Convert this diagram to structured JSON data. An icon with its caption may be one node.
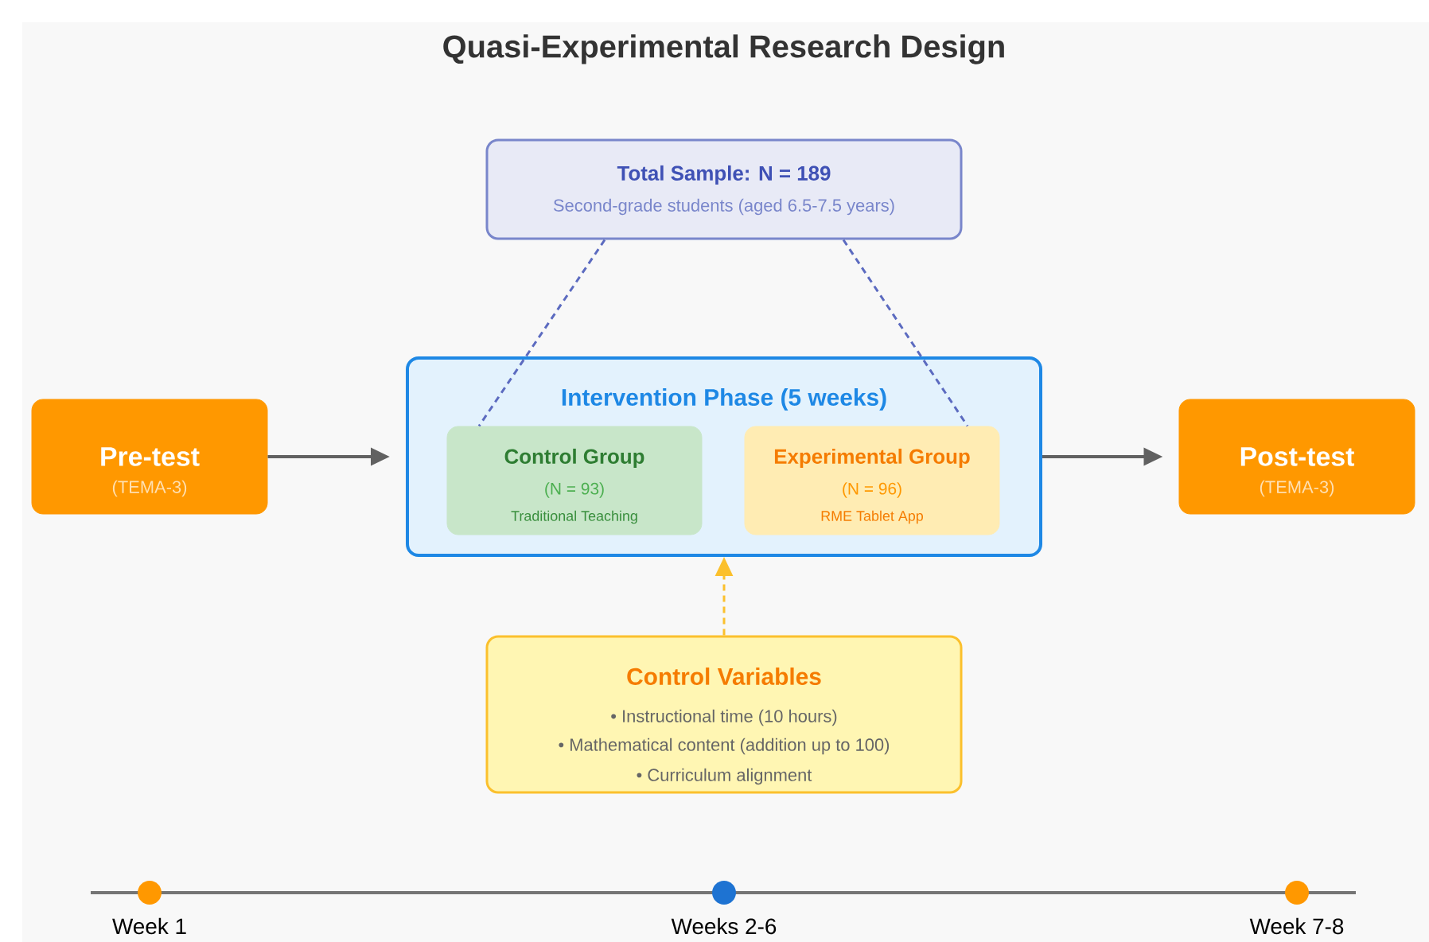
{
  "diagram": {
    "title": "Quasi-Experimental Research Design",
    "nodes": [
      {
        "text": [
          "Total Sample: N = 189",
          "Second-grade students (aged 6.5-7.5 years)"
        ]
      },
      {
        "text": [
          "Pre-test",
          "(TEMA-3)"
        ]
      },
      {
        "text": [
          "Intervention Phase (5 weeks)"
        ]
      },
      {
        "text": [
          "Control Group",
          "(N = 93)",
          "Traditional Teaching"
        ],
        "in": 2
      },
      {
        "text": [
          "Experimental Group",
          "(N = 96)",
          "RME Tablet App"
        ],
        "in": 2
      },
      {
        "text": [
          "Post-test",
          "(TEMA-3)"
        ]
      },
      {
        "text": [
          "Control Variables",
          "• Instructional time (10 hours)",
          "• Mathematical content (addition up to 100)",
          "• Curriculum alignment"
        ]
      }
    ],
    "edges": [
      {
        "from": 1,
        "to": 2,
        "arrow": "to"
      },
      {
        "from": 2,
        "to": 5,
        "arrow": "to"
      },
      {
        "from": 0,
        "to": 3,
        "arrow": "none",
        "style": "dashed",
        "color": "#5c6bc0"
      },
      {
        "from": 0,
        "to": 4,
        "arrow": "none",
        "style": "dashed",
        "color": "#5c6bc0"
      },
      {
        "from": 6,
        "to": 2,
        "arrow": "to",
        "style": "dashed",
        "color": "#fbc02d"
      }
    ],
    "labels": [
      "Week 1",
      "Weeks 2-6",
      "Week 7-8"
    ]
  }
}
